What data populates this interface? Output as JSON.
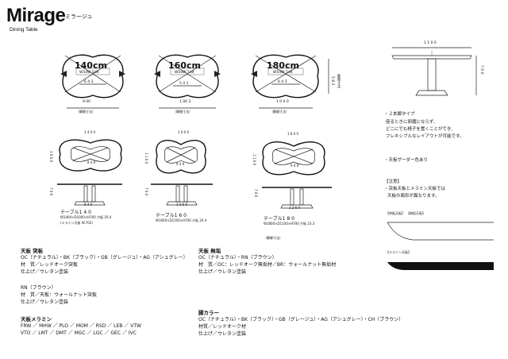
{
  "header": {
    "brand": "Mirage",
    "brand_kana": "ミラージュ",
    "subtitle": "Dining Table"
  },
  "top_views": [
    {
      "size": "140cm",
      "board": "W5dW 5d4",
      "inner": "6 4 3",
      "width": "9 00",
      "caption": "（脚間寸法）"
    },
    {
      "size": "160cm",
      "board": "W5dW 5d4",
      "inner": "5 4 1",
      "width": "1 00 3",
      "caption": "（脚間寸法）"
    },
    {
      "size": "180cm",
      "board": "W5dW 5d4",
      "inner": "6 4 3",
      "width": "1 0 4 0",
      "caption": "（脚間寸法）",
      "depth": "5 8 2",
      "depth_caption": "（脚間寸法）"
    }
  ],
  "side_view": {
    "width": "1 1 0 0",
    "height": "7 0 0"
  },
  "drawings": [
    {
      "top_width": "1 4 0 0",
      "depth": "1 0 0 0",
      "inner": "8 4 0",
      "leg": "7 0 0",
      "base": "9 4 0",
      "name": "テーブル1 4 0",
      "size": "W1400×D1000×H700 夕板 1R.4",
      "extra": "(メラミン天板 W.702)"
    },
    {
      "top_width": "1 6 0 0",
      "depth": "1 1 0 0",
      "inner": "9 4 0",
      "leg": "7 0 0",
      "base": "1 0 6 0",
      "name": "テーブル1 6 0",
      "size": "W1600×D1100×H700 夕板 20.4"
    },
    {
      "top_width": "1 8 0 0",
      "depth": "1 1 0 0",
      "inner": "9 4 0",
      "leg": "7 0 0",
      "base": "1 2 6 0",
      "name": "テーブル1 8 0",
      "size": "W1800×D1100×H700 夕板 23.3",
      "caption": "（脚間寸法）"
    }
  ],
  "notes": {
    "type_line": "・２本脚タイプ",
    "lines": [
      "座るときに邪魔にならず、",
      "どこにでも椅子を置くことができ、",
      "フレキシブルなレイアウトが可能です。"
    ],
    "stopper": "・天板ザーダー色あり",
    "attention_title": "【注意】",
    "attention_lines": [
      "・突板天板とメラミン天板では",
      "天板の面形が異なります。"
    ],
    "edge_veneer_label": "【突板天板】",
    "edge_solid_label": "【無垢天板】",
    "edge_melamine_label": "【メラミン天板】"
  },
  "specs": {
    "veneer": {
      "title": "天板 突板",
      "colors": "OC（ナチュラル）・BK（ブラック）・GB（グレージュ）・AG（アシュグレー）",
      "material": "材　質／レッドオーク突板",
      "finish": "仕上げ／ウレタン塗装"
    },
    "solid": {
      "title": "天板 無垢",
      "colors": "OC（ナチュラル）・RN（ブラウン）",
      "material": "材　質／OC：レッドオーク無垢材／BR：ウォールナット無垢材",
      "finish": "仕上げ／ウレタン塗装"
    },
    "walnut": {
      "title": "RN（ブラウン）",
      "material": "材　質／天板：ウォールナット突板",
      "finish": "仕上げ／ウレタン塗装"
    },
    "melamine": {
      "title": "天板メラミン",
      "row1": "FRW ／ MHW ／ PLO ／ MOM ／ RSD ／ LEB ／ VTW",
      "row2": "VTO ／ LMT ／ DMT ／ MGC ／ LGC ／ GEC ／ IVC"
    },
    "legs": {
      "title": "脚カラー",
      "colors": "OC（ナチュラル）・BK（ブラック）・GB（グレージュ）・AG（アシュグレー）・CH（ブラウン）",
      "material": "材質／レッドオーク材",
      "finish": "仕上げ／ウレタン塗装"
    }
  },
  "scale_caption": "（脚脚寸法）"
}
